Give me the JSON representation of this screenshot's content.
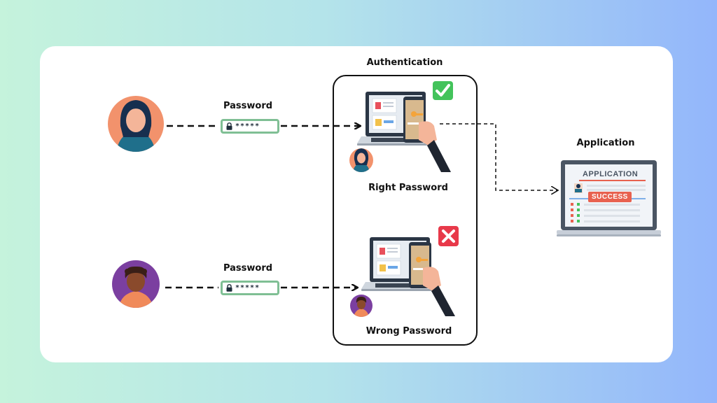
{
  "labels": {
    "authentication": "Authentication",
    "application": "Application",
    "password_top": "Password",
    "password_bottom": "Password",
    "right_password": "Right Password",
    "wrong_password": "Wrong Password"
  },
  "password_chip": {
    "mask": "*****"
  },
  "application_screen": {
    "title": "APPLICATION",
    "status": "SUCCESS"
  },
  "icons": {
    "check": "check-icon",
    "cross": "cross-icon",
    "lock": "lock-icon"
  },
  "colors": {
    "chip_border": "#7fbf94",
    "check_green": "#43c35b",
    "cross_red": "#e8394a",
    "success_red": "#e8614f",
    "user1_bg": "#f2926c",
    "user2_bg": "#7b3fa0"
  }
}
